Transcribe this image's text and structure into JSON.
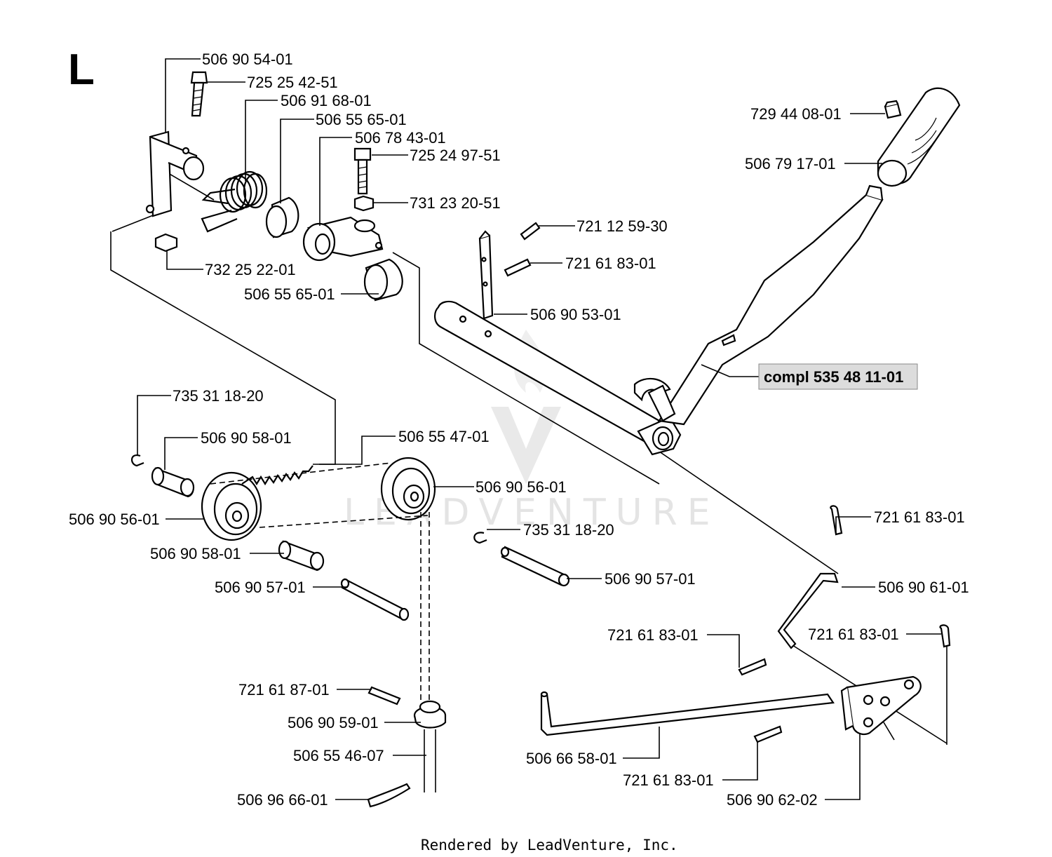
{
  "diagram": {
    "section_letter": "L",
    "highlight_label": "compl 535 48 11-01",
    "watermark": "LEADVENTURE",
    "footer": "Rendered by LeadVenture, Inc.",
    "labels": [
      {
        "id": "506-90-54-01-a",
        "text": "506 90 54-01"
      },
      {
        "id": "725-25-42-51",
        "text": "725 25 42-51"
      },
      {
        "id": "506-91-68-01",
        "text": "506 91 68-01"
      },
      {
        "id": "506-55-65-01-a",
        "text": "506 55 65-01"
      },
      {
        "id": "506-78-43-01",
        "text": "506 78 43-01"
      },
      {
        "id": "725-24-97-51",
        "text": "725 24 97-51"
      },
      {
        "id": "731-23-20-51",
        "text": "731 23 20-51"
      },
      {
        "id": "721-12-59-30",
        "text": "721 12 59-30"
      },
      {
        "id": "721-61-83-01-a",
        "text": "721 61 83-01"
      },
      {
        "id": "732-25-22-01",
        "text": "732 25 22-01"
      },
      {
        "id": "506-55-65-01-b",
        "text": "506 55 65-01"
      },
      {
        "id": "506-90-53-01",
        "text": "506 90 53-01"
      },
      {
        "id": "729-44-08-01",
        "text": "729 44 08-01"
      },
      {
        "id": "506-79-17-01",
        "text": "506 79 17-01"
      },
      {
        "id": "735-31-18-20-a",
        "text": "735 31 18-20"
      },
      {
        "id": "506-90-58-01-a",
        "text": "506 90 58-01"
      },
      {
        "id": "506-55-47-01",
        "text": "506 55 47-01"
      },
      {
        "id": "506-90-56-01-a",
        "text": "506 90 56-01"
      },
      {
        "id": "506-90-56-01-b",
        "text": "506 90 56-01"
      },
      {
        "id": "735-31-18-20-b",
        "text": "735 31 18-20"
      },
      {
        "id": "506-90-58-01-b",
        "text": "506 90 58-01"
      },
      {
        "id": "506-90-57-01-a",
        "text": "506 90 57-01"
      },
      {
        "id": "506-90-57-01-b",
        "text": "506 90 57-01"
      },
      {
        "id": "721-61-83-01-b",
        "text": "721 61 83-01"
      },
      {
        "id": "506-90-61-01",
        "text": "506 90 61-01"
      },
      {
        "id": "721-61-83-01-c",
        "text": "721 61 83-01"
      },
      {
        "id": "721-61-83-01-d",
        "text": "721 61 83-01"
      },
      {
        "id": "721-61-87-01",
        "text": "721 61 87-01"
      },
      {
        "id": "506-90-59-01",
        "text": "506 90 59-01"
      },
      {
        "id": "506-55-46-07",
        "text": "506 55 46-07"
      },
      {
        "id": "506-96-66-01",
        "text": "506 96 66-01"
      },
      {
        "id": "506-66-58-01",
        "text": "506 66 58-01"
      },
      {
        "id": "721-61-83-01-e",
        "text": "721 61 83-01"
      },
      {
        "id": "506-90-62-02",
        "text": "506 90 62-02"
      }
    ]
  }
}
